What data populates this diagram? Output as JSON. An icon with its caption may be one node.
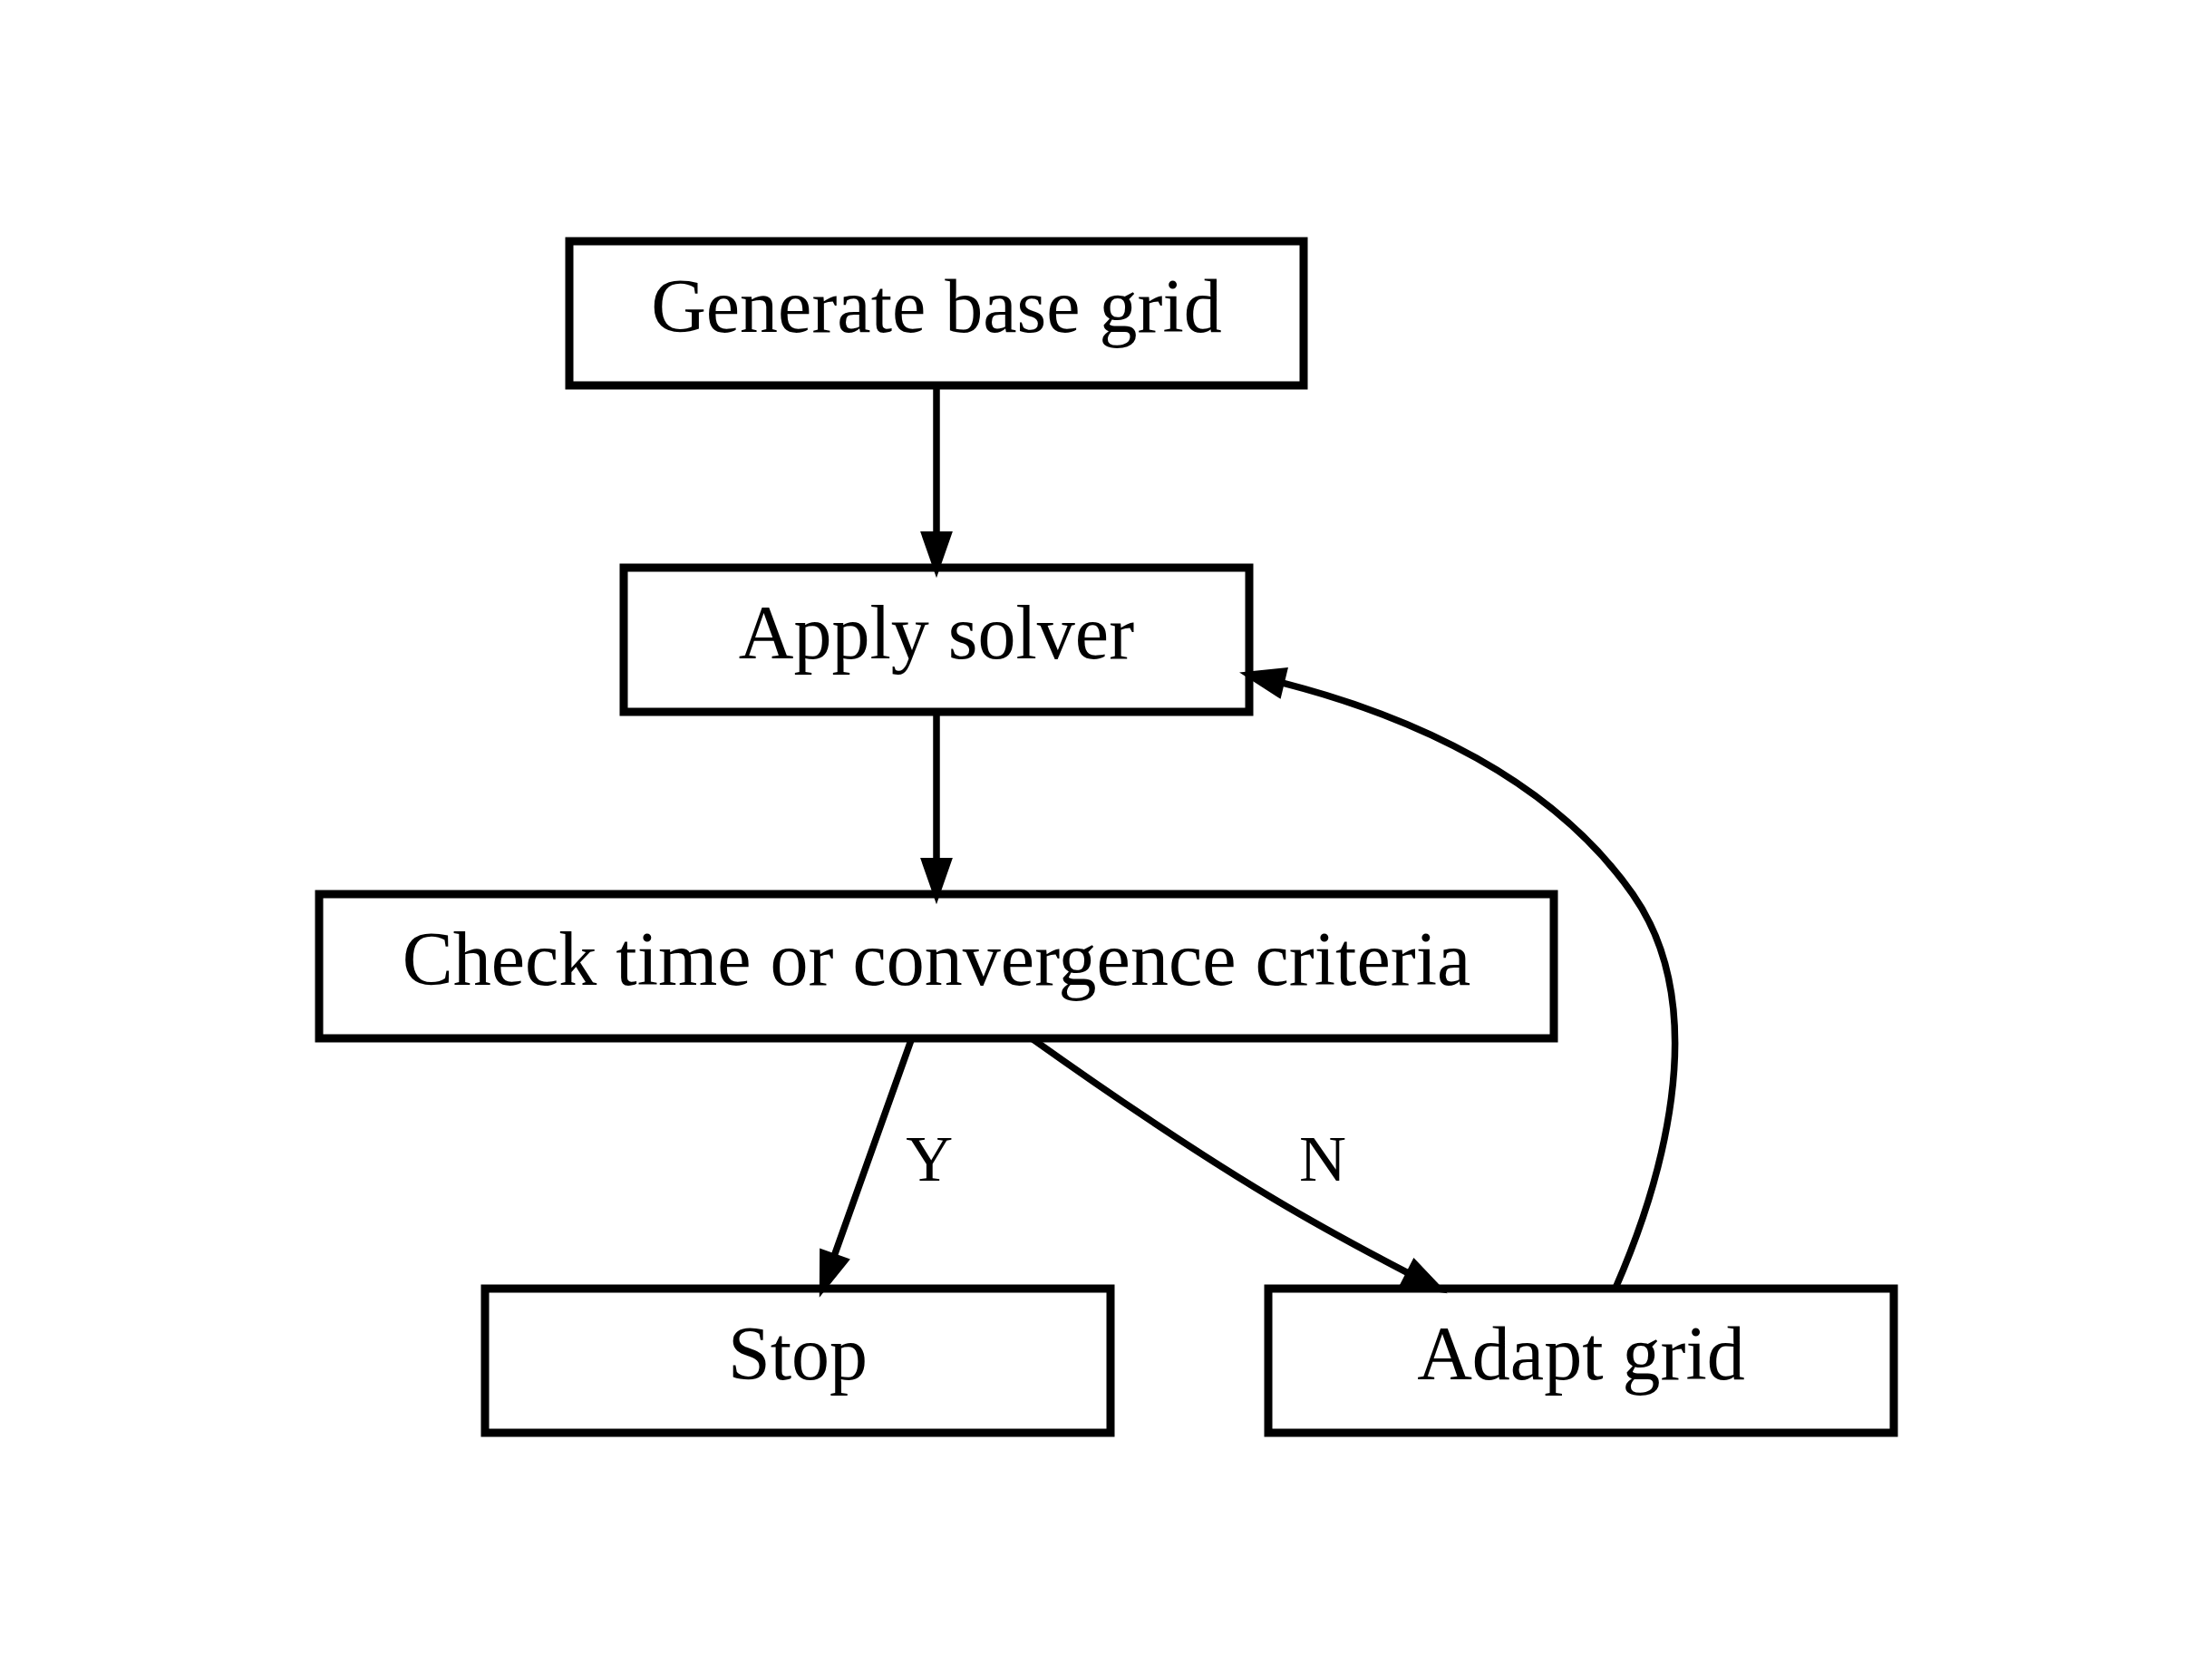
{
  "diagram": {
    "nodes": [
      {
        "text": [
          "Generate base grid"
        ]
      },
      {
        "text": [
          "Apply solver"
        ]
      },
      {
        "text": [
          "Check time or convergence criteria"
        ]
      },
      {
        "text": [
          "Stop"
        ]
      },
      {
        "text": [
          "Adapt grid"
        ]
      }
    ],
    "edges": [
      {
        "from": 0,
        "to": 1,
        "arrow": "to"
      },
      {
        "from": 1,
        "to": 2,
        "arrow": "to"
      },
      {
        "from": 2,
        "to": 3,
        "arrow": "to",
        "label": "Y"
      },
      {
        "from": 2,
        "to": 4,
        "arrow": "to",
        "label": "N"
      },
      {
        "from": 4,
        "to": 1,
        "arrow": "to"
      }
    ]
  }
}
